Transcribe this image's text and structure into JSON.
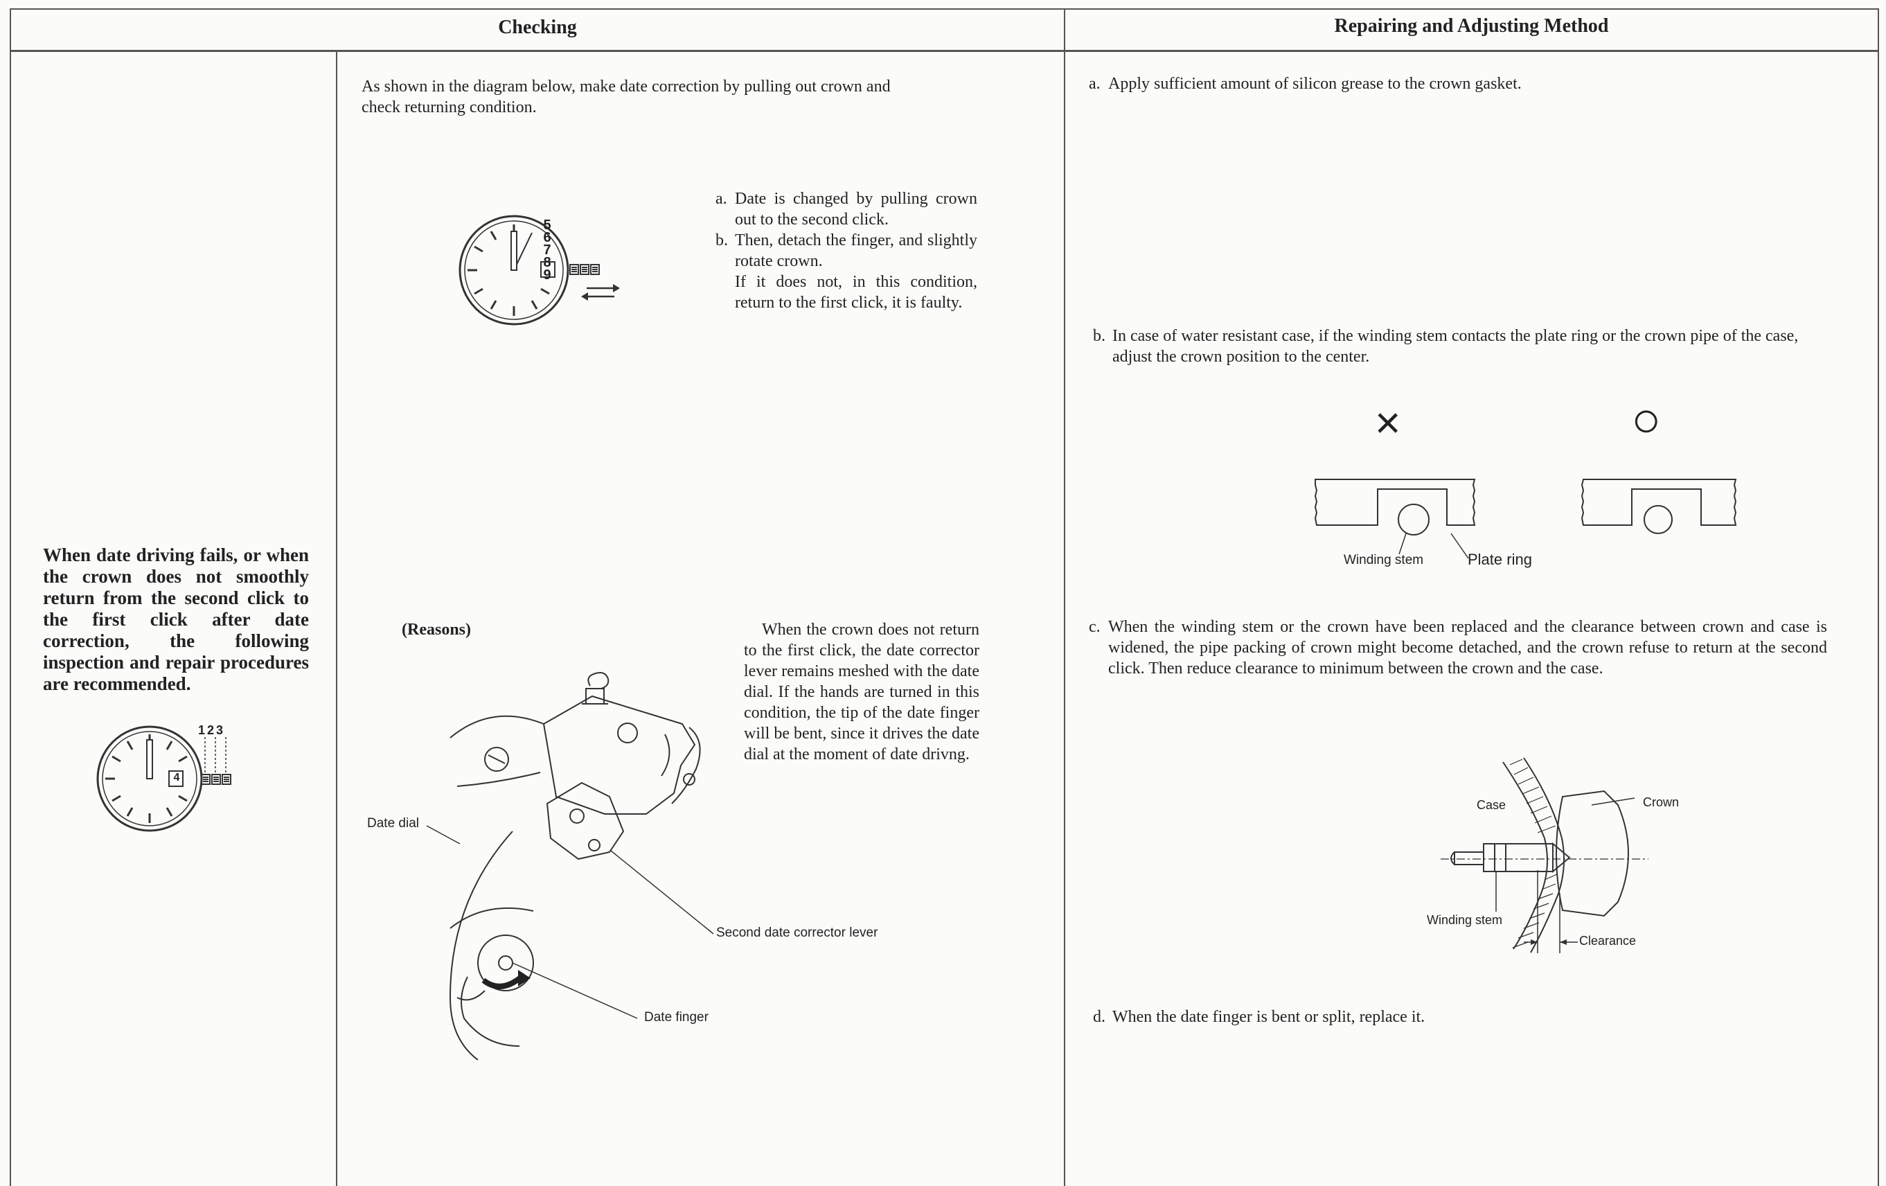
{
  "headers": {
    "checking": "Checking",
    "repairing": "Repairing and Adjusting Method"
  },
  "left": {
    "symptom": "When date driving fails, or when the crown does not smoothly return from the second click to the first click after date correction, the following inspection and repair procedures are recommended.",
    "dial_numbers": "123",
    "date_window": "4"
  },
  "checking": {
    "intro": "As shown in the diagram below, make date correction by pulling out crown and check returning condition.",
    "dial_numbers": [
      "5",
      "6",
      "7",
      "8",
      "9"
    ],
    "items": [
      {
        "marker": "a.",
        "text": "Date is changed by pulling crown out to the second click."
      },
      {
        "marker": "b.",
        "text": "Then, detach the finger, and slightly rotate crown."
      }
    ],
    "item_b_cont": "If it does not, in this condition, return to the first click, it is faulty.",
    "reasons_title": "(Reasons)",
    "reasons_text": "When the crown does not return to the first click, the date corrector lever remains meshed with the date dial. If the hands are turned in this condition, the tip of the date finger will be bent, since it drives the date dial at the moment of date drivng.",
    "labels": {
      "date_dial": "Date dial",
      "second_lever": "Second date corrector lever",
      "date_finger": "Date finger"
    }
  },
  "repair": {
    "a": {
      "marker": "a.",
      "text": "Apply sufficient amount of silicon grease to the crown gasket."
    },
    "b": {
      "marker": "b.",
      "text": "In case of water resistant case, if the winding stem contacts the plate ring or the crown pipe of the case, adjust the crown position to the center."
    },
    "wrong_mark": "×",
    "right_mark": "○",
    "labels_b": {
      "winding_stem": "Winding stem",
      "plate_ring": "Plate ring"
    },
    "c": {
      "marker": "c.",
      "text": "When the winding stem or the crown have been replaced and the clearance between crown and case is widened, the pipe packing of crown might become detached, and the crown refuse to return at the second click. Then reduce clearance to minimum between the crown and the case."
    },
    "labels_c": {
      "case": "Case",
      "crown": "Crown",
      "winding_stem": "Winding stem",
      "clearance": "Clearance"
    },
    "d": {
      "marker": "d.",
      "text": "When the date finger is bent or split, replace it."
    }
  }
}
